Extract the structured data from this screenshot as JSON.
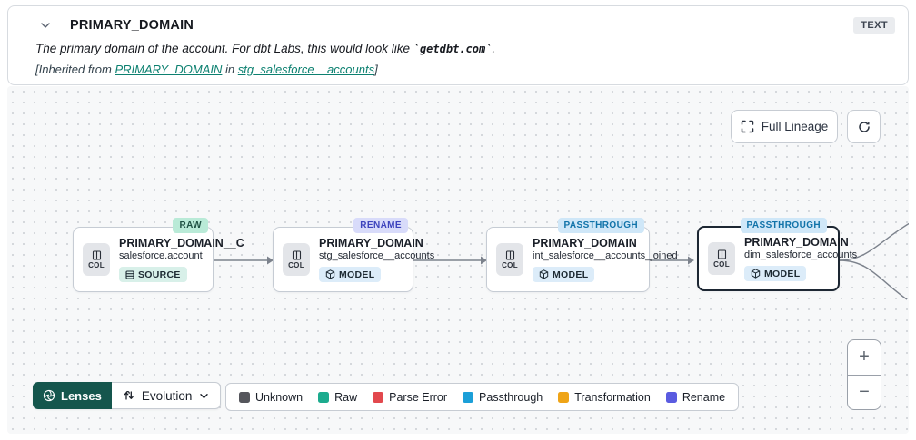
{
  "header": {
    "title": "PRIMARY_DOMAIN",
    "type_badge": "TEXT",
    "description": {
      "prefix": "The primary domain of the account. For dbt Labs, this would look like ",
      "code": "`getdbt.com`",
      "suffix": "."
    },
    "inherited": {
      "prefix": "[Inherited from ",
      "column_link": "PRIMARY_DOMAIN",
      "middle": " in ",
      "model_link": "stg_salesforce__accounts",
      "suffix": "]"
    }
  },
  "canvas": {
    "full_lineage_label": "Full Lineage",
    "nodes": [
      {
        "status_badge": {
          "label": "RAW",
          "bg": "#b9ead7",
          "text_color": "#1f5244"
        },
        "col_chip": "COL",
        "title": "PRIMARY_DOMAIN__C",
        "subtitle": "salesforce.account",
        "resource_badge": {
          "label": "SOURCE",
          "bg": "#d8f0e9"
        }
      },
      {
        "status_badge": {
          "label": "RENAME",
          "bg": "#d8dbfa",
          "text_color": "#3d43bd"
        },
        "col_chip": "COL",
        "title": "PRIMARY_DOMAIN",
        "subtitle": "stg_salesforce__accounts",
        "resource_badge": {
          "label": "MODEL",
          "bg": "#dcecf9"
        }
      },
      {
        "status_badge": {
          "label": "PASSTHROUGH",
          "bg": "#cfe7f8",
          "text_color": "#1173a9"
        },
        "col_chip": "COL",
        "title": "PRIMARY_DOMAIN",
        "subtitle": "int_salesforce__accounts_joined",
        "resource_badge": {
          "label": "MODEL",
          "bg": "#dcecf9"
        }
      },
      {
        "status_badge": {
          "label": "PASSTHROUGH",
          "bg": "#cfe7f8",
          "text_color": "#1173a9"
        },
        "col_chip": "COL",
        "title": "PRIMARY_DOMAIN",
        "subtitle": "dim_salesforce_accounts",
        "resource_badge": {
          "label": "MODEL",
          "bg": "#dcecf9"
        },
        "selected": true
      }
    ]
  },
  "toolbar": {
    "lenses_label": "Lenses",
    "selected_lens": "Evolution"
  },
  "legend": {
    "items": [
      {
        "label": "Unknown",
        "color": "#55565c"
      },
      {
        "label": "Raw",
        "color": "#1cab8e"
      },
      {
        "label": "Parse Error",
        "color": "#e2484d"
      },
      {
        "label": "Passthrough",
        "color": "#1b9fd8"
      },
      {
        "label": "Transformation",
        "color": "#efa417"
      },
      {
        "label": "Rename",
        "color": "#5a5be0"
      }
    ]
  },
  "zoom_controls": {
    "zoom_in": "+",
    "zoom_out": "−"
  }
}
